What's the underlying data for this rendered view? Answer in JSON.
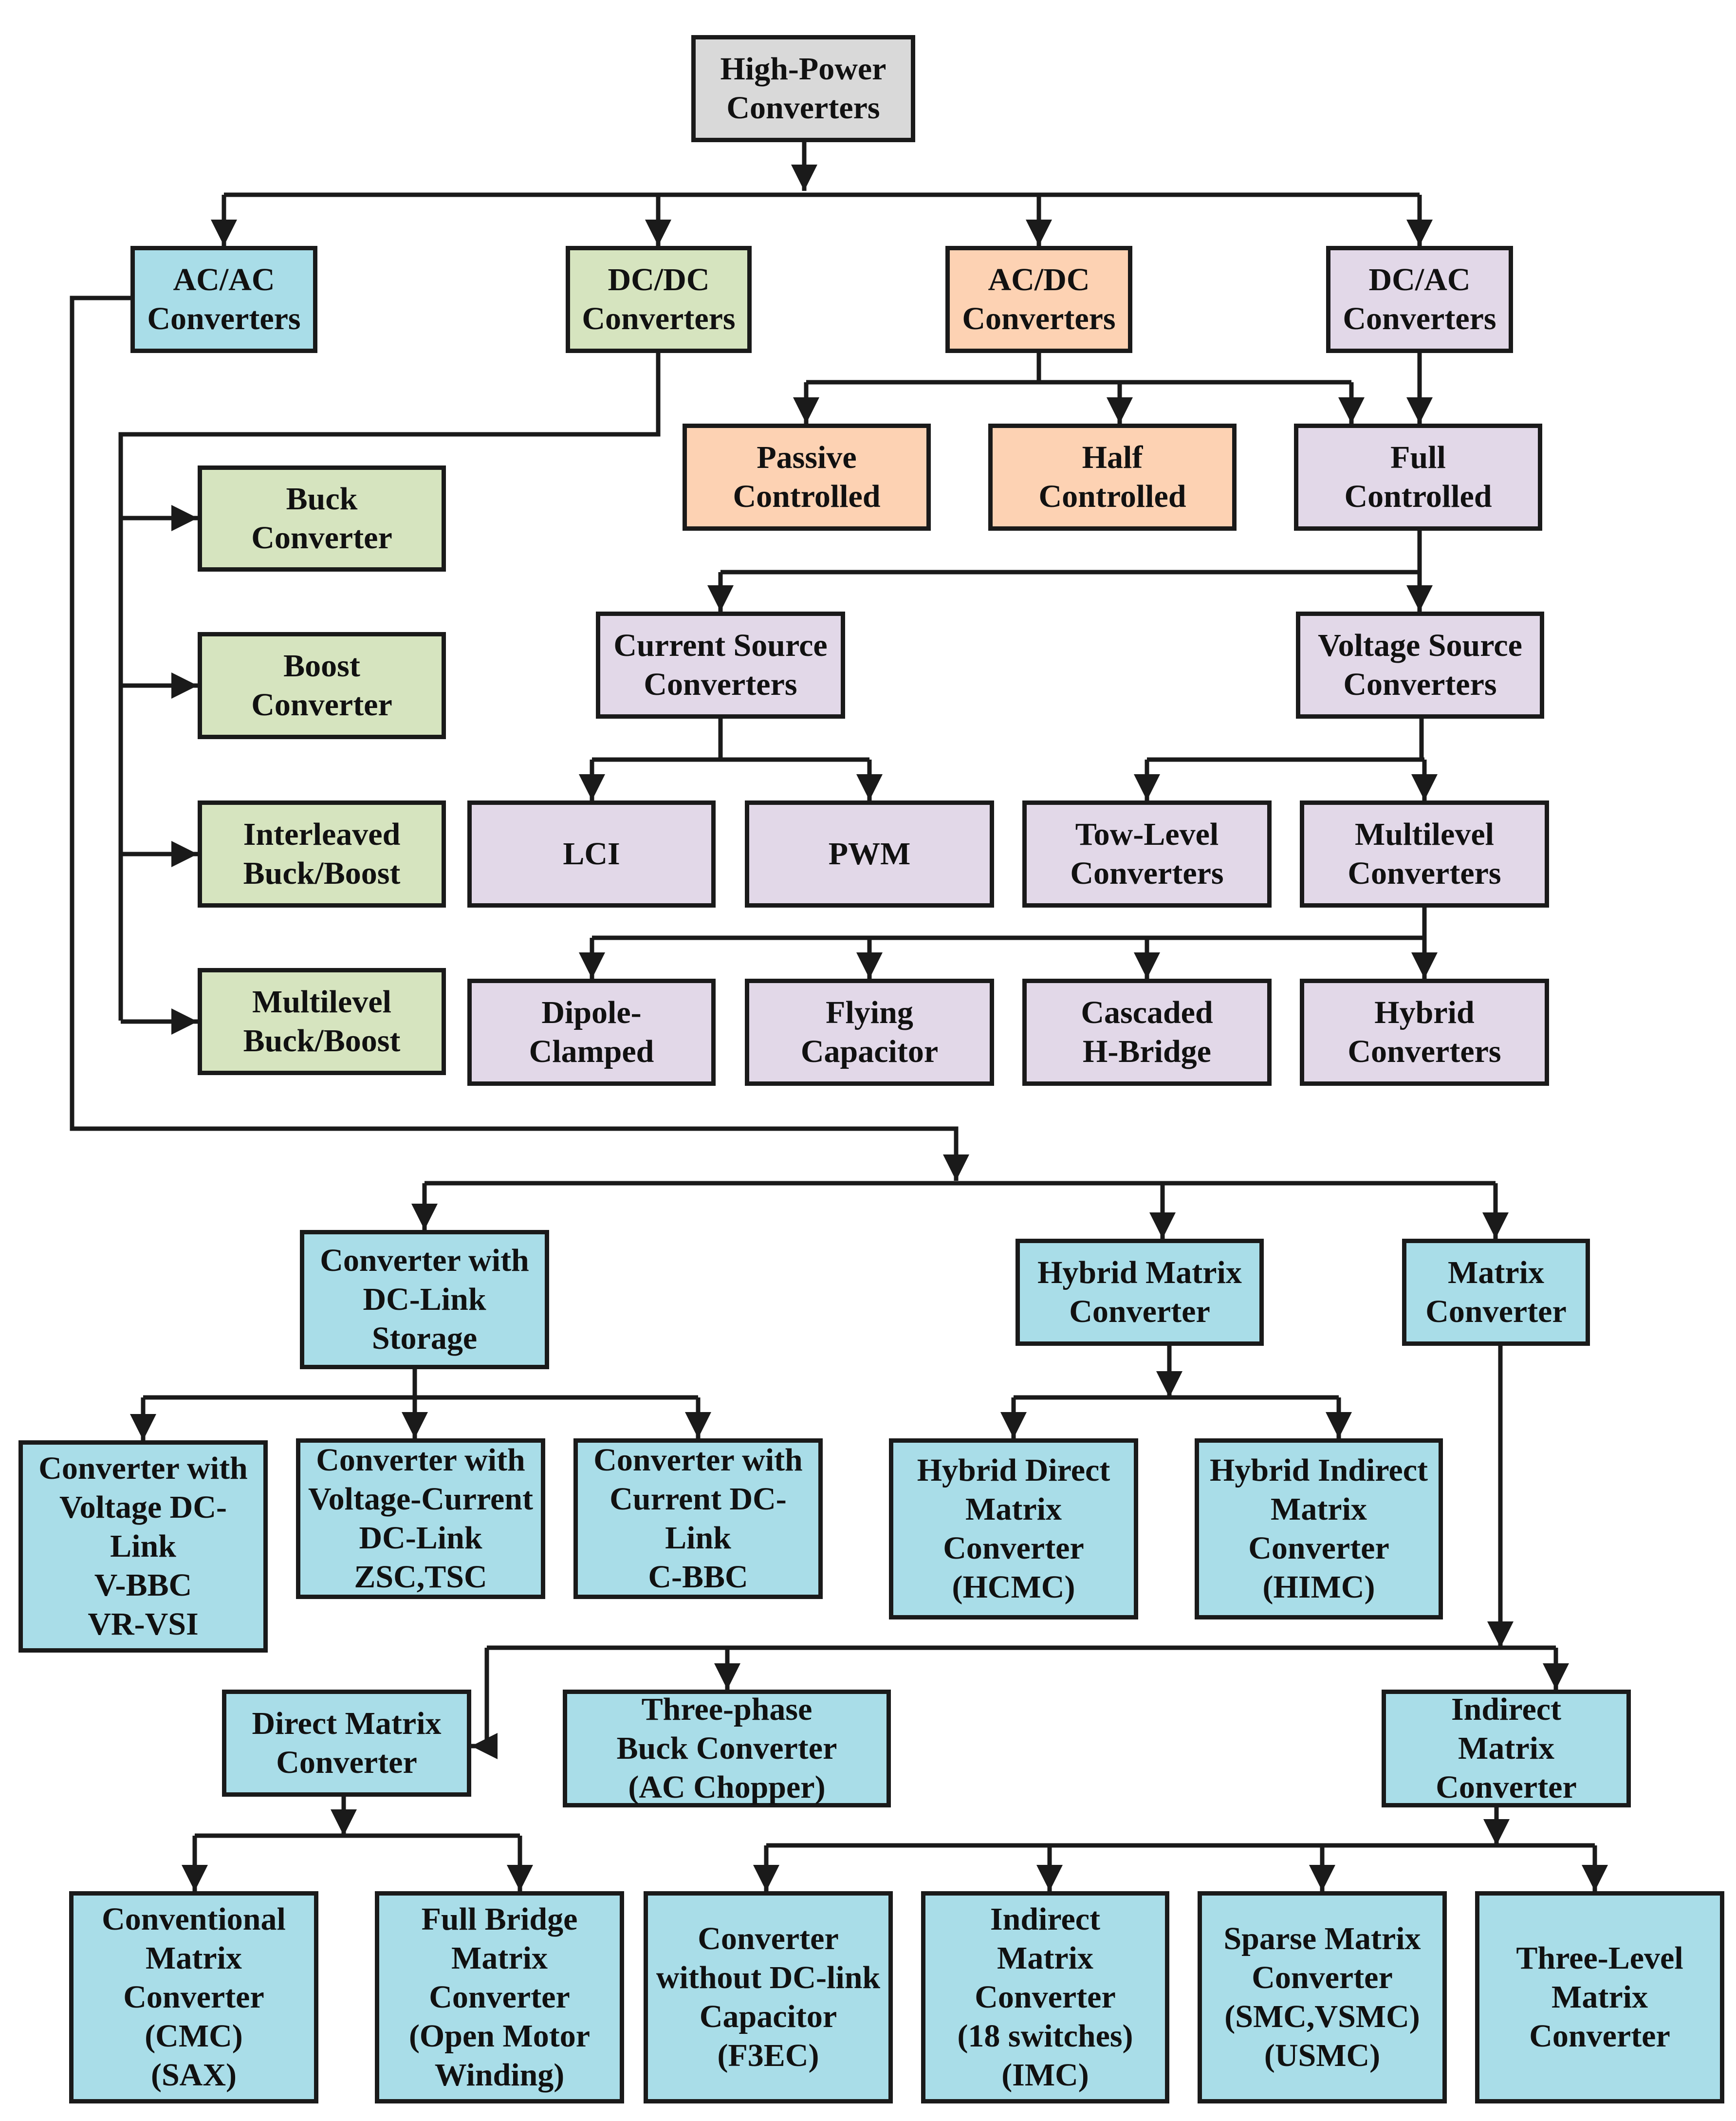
{
  "colors": {
    "root": "#d9d9d9",
    "acac": "#a9dde8",
    "dcdc": "#d6e4bf",
    "acdc": "#fdd2b3",
    "dcac": "#e2d8e8",
    "line": "#1a1a1a"
  },
  "nodes": {
    "root": "High-Power\nConverters",
    "acac": "AC/AC\nConverters",
    "dcdc": "DC/DC\nConverters",
    "acdc": "AC/DC\nConverters",
    "dcac": "DC/AC\nConverters",
    "buck": "Buck\nConverter",
    "boost": "Boost\nConverter",
    "interleaved": "Interleaved\nBuck/Boost",
    "multilevel_bb": "Multilevel\nBuck/Boost",
    "passive": "Passive\nControlled",
    "half": "Half\nControlled",
    "full": "Full\nControlled",
    "csc": "Current Source\nConverters",
    "vsc": "Voltage Source\nConverters",
    "lci": "LCI",
    "pwm": "PWM",
    "two_level": "Tow-Level\nConverters",
    "multilevel": "Multilevel\nConverters",
    "dipole": "Dipole-\nClamped",
    "flying": "Flying\nCapacitor",
    "cascaded": "Cascaded\nH-Bridge",
    "hybrid_conv": "Hybrid\nConverters",
    "dclink_storage": "Converter with\nDC-Link\nStorage",
    "hybrid_matrix": "Hybrid Matrix\nConverter",
    "matrix": "Matrix\nConverter",
    "voltage_dclink": "Converter with\nVoltage DC-\nLink\nV-BBC\nVR-VSI",
    "vc_dclink": "Converter with\nVoltage-Current\nDC-Link\nZSC,TSC",
    "current_dclink": "Converter with\nCurrent DC-\nLink\nC-BBC",
    "hcmc": "Hybrid Direct\nMatrix\nConverter\n(HCMC)",
    "himc": "Hybrid Indirect\nMatrix\nConverter\n(HIMC)",
    "direct_matrix": "Direct Matrix\nConverter",
    "three_phase_buck": "Three-phase\nBuck Converter\n(AC Chopper)",
    "indirect_matrix": "Indirect\nMatrix\nConverter",
    "cmc": "Conventional\nMatrix\nConverter\n(CMC)\n(SAX)",
    "full_bridge": "Full Bridge\nMatrix\nConverter\n(Open Motor\nWinding)",
    "f3ec": "Converter\nwithout DC-link\nCapacitor\n(F3EC)",
    "imc": "Indirect\nMatrix\nConverter\n(18 switches)\n(IMC)",
    "smc": "Sparse Matrix\nConverter\n(SMC,VSMC)\n(USMC)",
    "three_level": "Three-Level\nMatrix\nConverter"
  }
}
